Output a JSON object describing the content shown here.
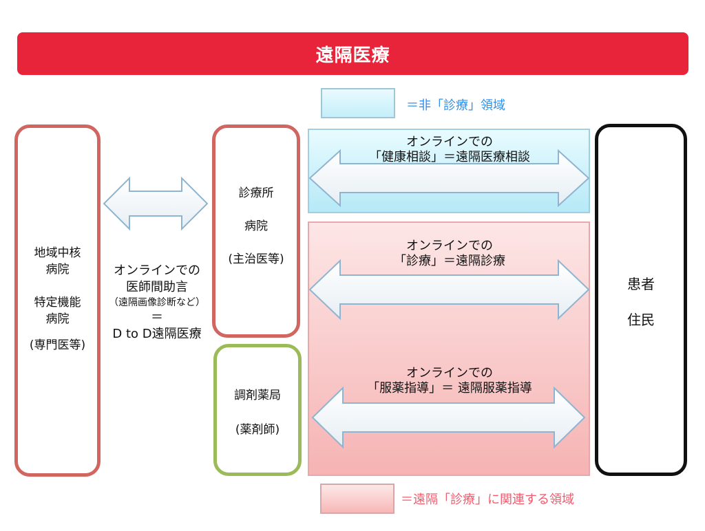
{
  "banner": {
    "title": "遠隔医療"
  },
  "legend": {
    "non_medical": "＝非「診療」領域",
    "medical_related": "＝遠隔「診療」に関連する領域"
  },
  "specialist": {
    "line1": "地域中核",
    "line2": "病院",
    "line3": "特定機能",
    "line4": "病院",
    "line5": "(専門医等)"
  },
  "dtod": {
    "line1": "オンラインでの",
    "line2": "医師間助言",
    "line3": "（遠隔画像診断など）",
    "line4": "＝",
    "line5": "D to D遠隔医療"
  },
  "clinic": {
    "line1": "診療所",
    "line2": "病院",
    "line3": "(主治医等)"
  },
  "pharmacy": {
    "line1": "調剤薬局",
    "line2": "(薬剤師)"
  },
  "patient": {
    "line1": "患者",
    "line2": "住民"
  },
  "arrows": {
    "health": {
      "line1": "オンラインでの",
      "line2": "「健康相談」＝遠隔医療相談"
    },
    "diagnosis": {
      "line1": "オンラインでの",
      "line2": "「診療」＝遠隔診療"
    },
    "medication": {
      "line1": "オンラインでの",
      "line2": "「服薬指導」＝ 遠隔服薬指導"
    }
  },
  "colors": {
    "banner": "#e8243a",
    "specialist_border": "#d16560",
    "pharmacy_border": "#9bbb59",
    "patient_border": "#111111",
    "legend_blue_text": "#2f8fe8",
    "legend_pink_text": "#f05a6c",
    "arrow_stroke": "#8fb4d0"
  }
}
